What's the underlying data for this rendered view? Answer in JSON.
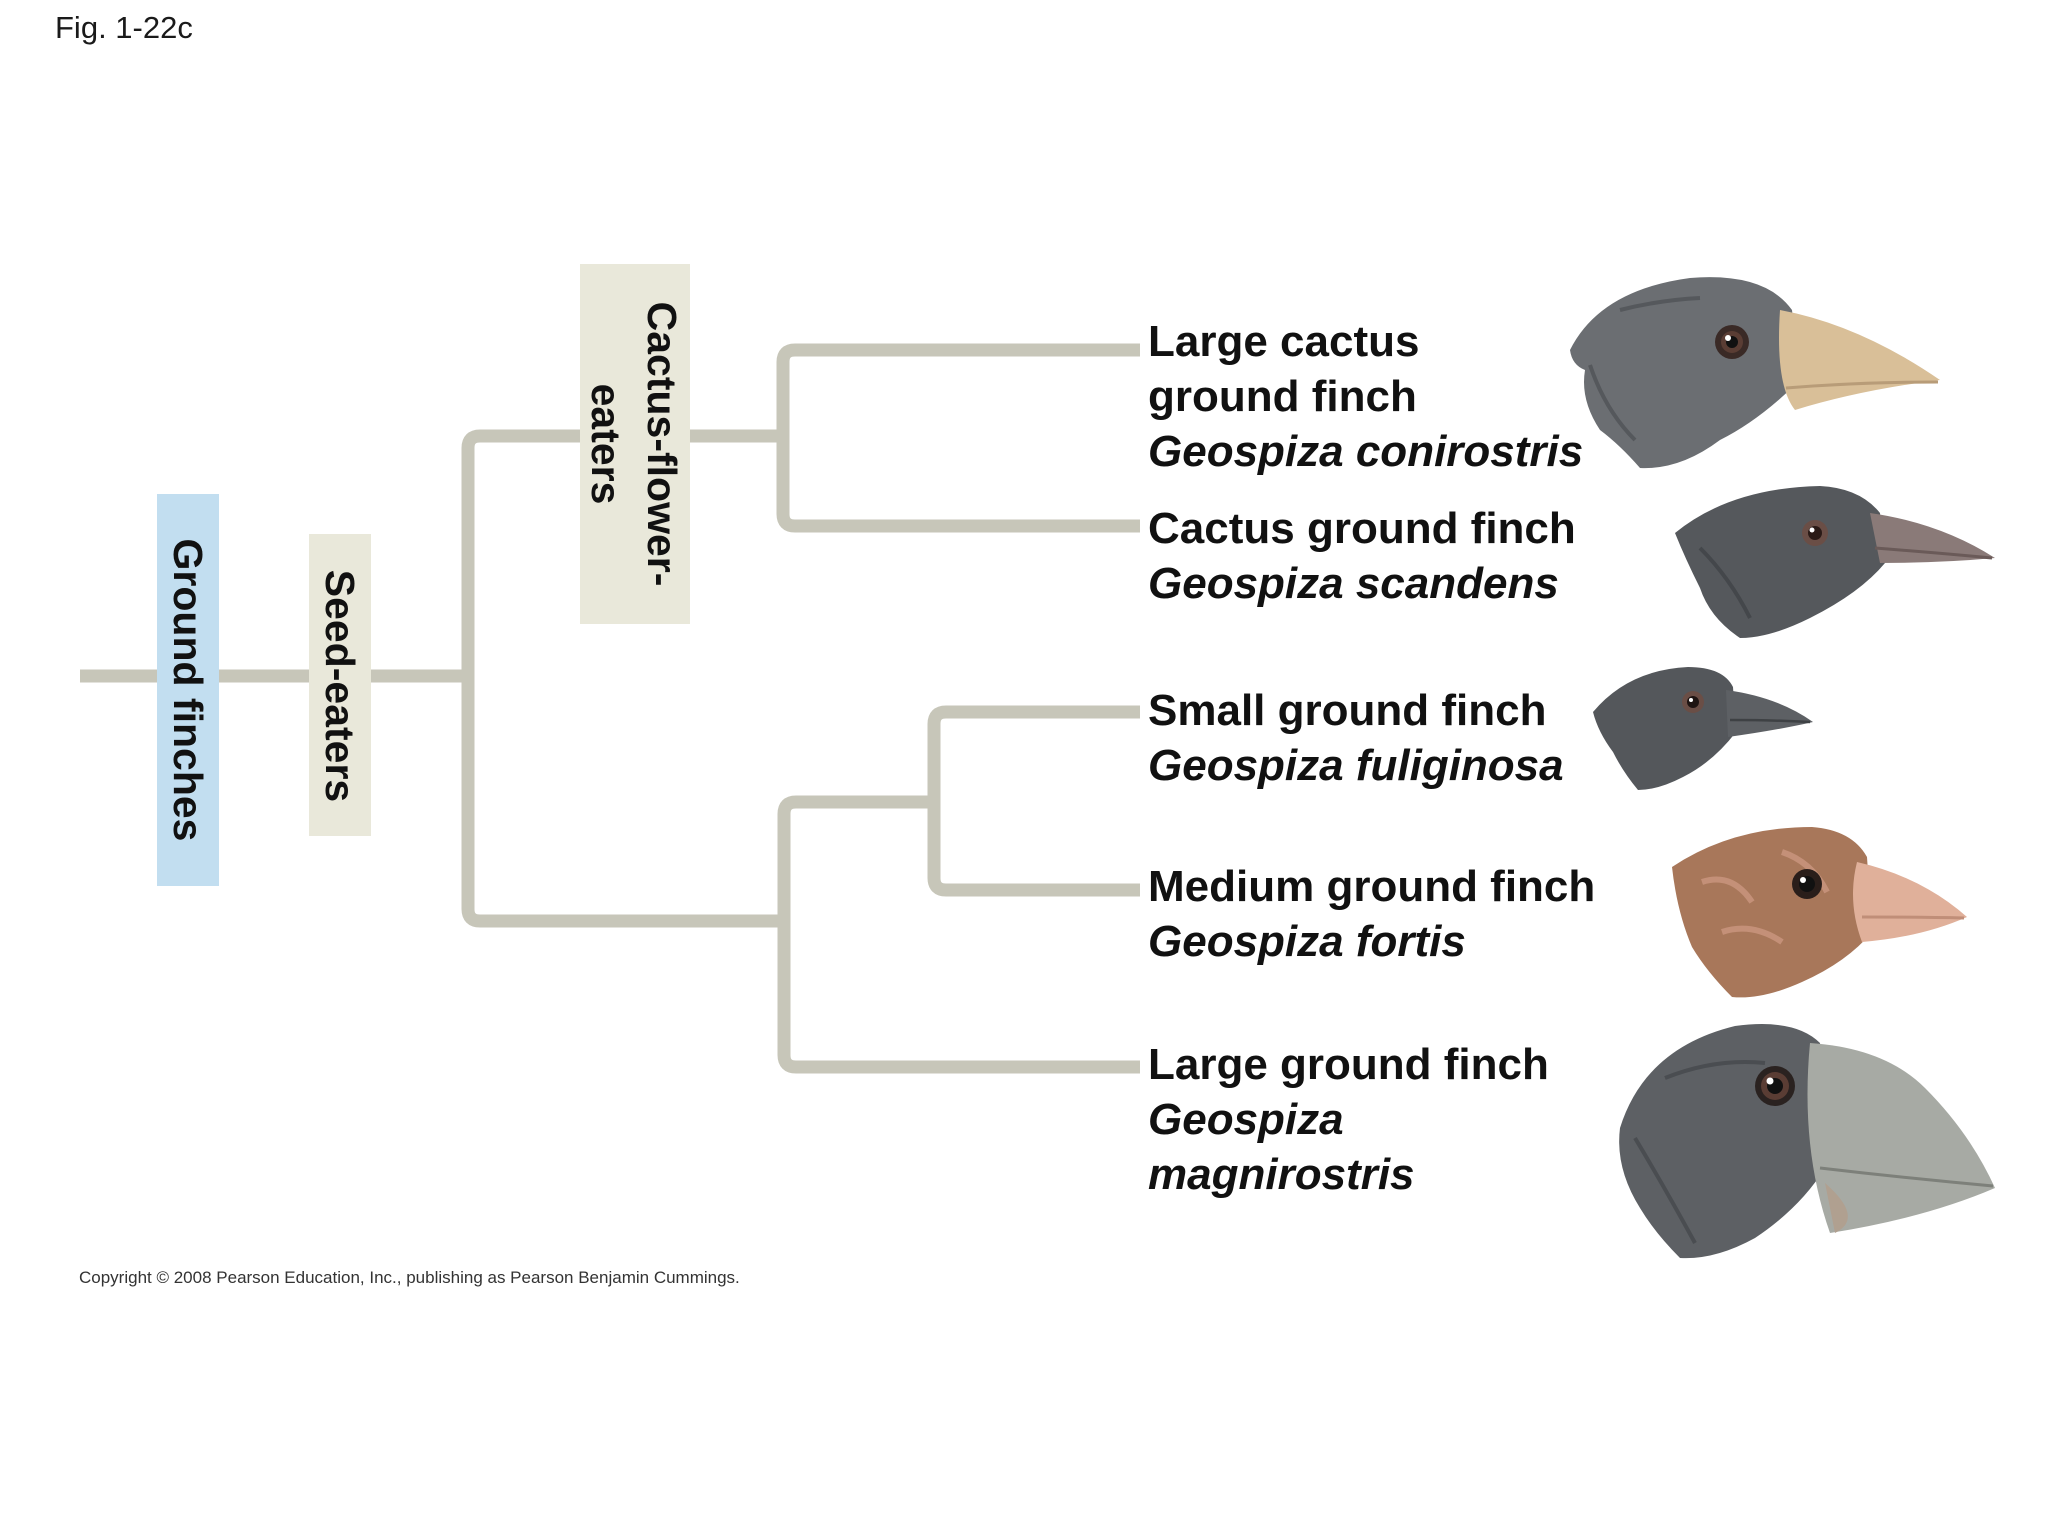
{
  "figure_label": "Fig. 1-22c",
  "groups": {
    "ground_finches": "Ground finches",
    "seed_eaters": "Seed-eaters",
    "cactus_flower_eaters_line1": "Cactus-flower-",
    "cactus_flower_eaters_line2": "eaters"
  },
  "species": [
    {
      "common_line1": "Large cactus",
      "common_line2": "ground finch",
      "latin_line1": "Geospiza conirostris",
      "latin_line2": ""
    },
    {
      "common_line1": "Cactus ground finch",
      "common_line2": "",
      "latin_line1": "Geospiza scandens",
      "latin_line2": ""
    },
    {
      "common_line1": "Small ground finch",
      "common_line2": "",
      "latin_line1": "Geospiza fuliginosa",
      "latin_line2": ""
    },
    {
      "common_line1": "Medium ground finch",
      "common_line2": "",
      "latin_line1": "Geospiza fortis",
      "latin_line2": ""
    },
    {
      "common_line1": "Large ground finch",
      "common_line2": "",
      "latin_line1": "Geospiza",
      "latin_line2": "magnirostris"
    }
  ],
  "birds": [
    {
      "icon": "large-cactus-ground-finch-head",
      "head_color": "#6b6e72",
      "beak_color": "#d9bf98"
    },
    {
      "icon": "cactus-ground-finch-head",
      "head_color": "#55585c",
      "beak_color": "#8a7a78"
    },
    {
      "icon": "small-ground-finch-head",
      "head_color": "#54575b",
      "beak_color": "#5d6064"
    },
    {
      "icon": "medium-ground-finch-head",
      "head_color": "#a8775a",
      "beak_color": "#e0b09a"
    },
    {
      "icon": "large-ground-finch-head",
      "head_color": "#5d6064",
      "beak_color": "#a7aaa4"
    }
  ],
  "colors": {
    "branch": "#c7c6b9",
    "ground_finches_box": "#c2def0",
    "seed_eaters_box": "#e9e8da",
    "cactus_flower_eaters_box": "#e9e8da"
  },
  "copyright": "Copyright © 2008 Pearson Education, Inc., publishing as Pearson Benjamin Cummings."
}
